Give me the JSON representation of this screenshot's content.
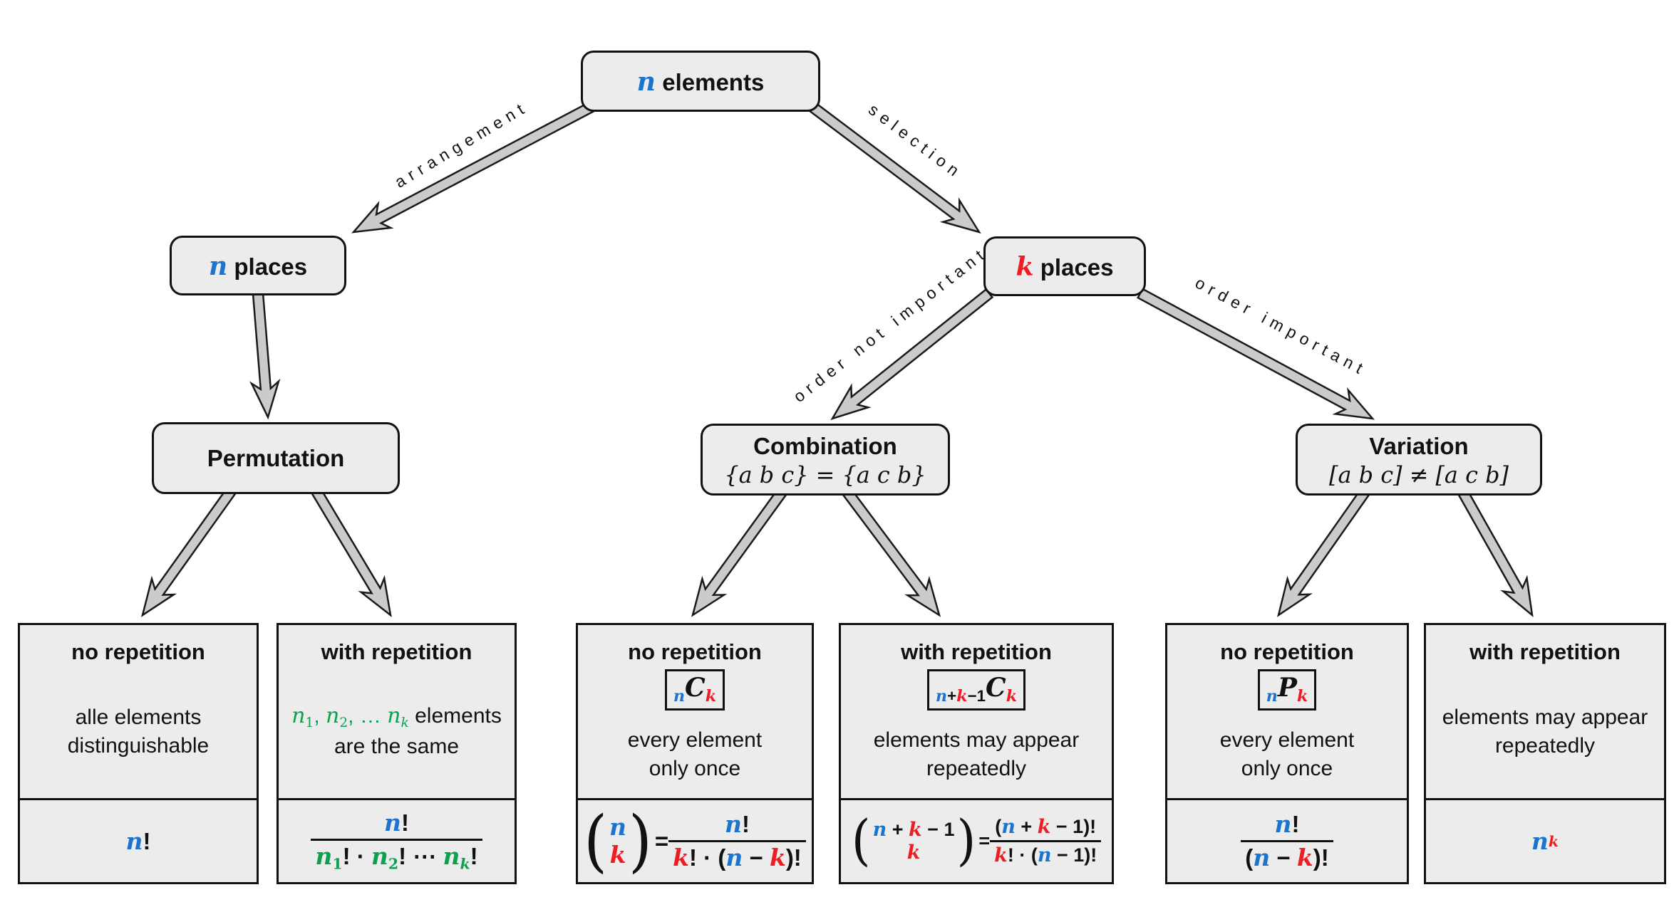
{
  "palette": {
    "blue": "#1b75cf",
    "red": "#ee1c23",
    "green": "#0ca04f",
    "box_fill": "#ececec",
    "arrow_fill": "#cbcbcb",
    "line": "#111111"
  },
  "nodes": {
    "root": {
      "label": [
        {
          "x": "n",
          "c": "b",
          "i": 1,
          "w": 1
        },
        {
          "x": " elements",
          "w": 1
        }
      ]
    },
    "n_places": {
      "label": [
        {
          "x": "n",
          "c": "b",
          "i": 1,
          "w": 1
        },
        {
          "x": " places",
          "w": 1
        }
      ]
    },
    "k_places": {
      "label": [
        {
          "x": "k",
          "c": "r",
          "i": 1,
          "w": 1
        },
        {
          "x": " places",
          "w": 1
        }
      ]
    },
    "permutation": {
      "title": "Permutation"
    },
    "combination": {
      "title": "Combination",
      "subtitle": [
        {
          "x": "{a b c} = {a c b}",
          "i": 1
        }
      ]
    },
    "variation": {
      "title": "Variation",
      "subtitle": [
        {
          "x": "[a b c] ≠ [a c b]",
          "i": 1
        }
      ]
    }
  },
  "edges": {
    "arrangement": "arrangement",
    "selection": "selection",
    "order_not_important": "order not important",
    "order_important": "order important"
  },
  "leaves": [
    {
      "title": "no repetition",
      "body": [
        [
          {
            "x": "alle elements"
          }
        ],
        [
          {
            "x": "distinguishable"
          }
        ]
      ],
      "formula": [
        {
          "x": "n",
          "c": "b",
          "i": 1,
          "w": 1
        },
        {
          "x": "!",
          "w": 1
        }
      ]
    },
    {
      "title": "with repetition",
      "body": [
        [
          {
            "x": "n",
            "c": "g",
            "i": 1
          },
          {
            "x": "1",
            "c": "g",
            "v": "sub",
            "sf": 1
          },
          {
            "x": ", ",
            "c": "g"
          },
          {
            "x": "n",
            "c": "g",
            "i": 1
          },
          {
            "x": "2",
            "c": "g",
            "v": "sub",
            "sf": 1
          },
          {
            "x": ", … ",
            "c": "g"
          },
          {
            "x": "n",
            "c": "g",
            "i": 1
          },
          {
            "x": "k",
            "c": "g",
            "i": 1,
            "v": "sub"
          },
          {
            "x": " elements"
          }
        ],
        [
          {
            "x": "are the same"
          }
        ]
      ],
      "formula": [
        {
          "frac": {
            "num": [
              {
                "x": "n",
                "c": "b",
                "i": 1,
                "w": 1
              },
              {
                "x": "!",
                "w": 1
              }
            ],
            "den": [
              {
                "x": "n",
                "c": "g",
                "i": 1,
                "w": 1
              },
              {
                "x": "1",
                "c": "g",
                "w": 1,
                "v": "sub",
                "sf": 1
              },
              {
                "x": "! · ",
                "w": 1
              },
              {
                "x": "n",
                "c": "g",
                "i": 1,
                "w": 1
              },
              {
                "x": "2",
                "c": "g",
                "w": 1,
                "v": "sub",
                "sf": 1
              },
              {
                "x": "! ⋯ ",
                "w": 1
              },
              {
                "x": "n",
                "c": "g",
                "i": 1,
                "w": 1
              },
              {
                "x": "k",
                "c": "g",
                "i": 1,
                "w": 1,
                "v": "sub"
              },
              {
                "x": "!",
                "w": 1
              }
            ]
          }
        }
      ]
    },
    {
      "title": "no repetition",
      "badge": [
        {
          "x": "n",
          "c": "b",
          "i": 1,
          "w": 1,
          "v": "sub"
        },
        {
          "x": "C",
          "i": 1,
          "w": 1
        },
        {
          "x": "k",
          "c": "r",
          "i": 1,
          "w": 1,
          "v": "sub"
        }
      ],
      "body": [
        [
          {
            "x": "every element"
          }
        ],
        [
          {
            "x": "only once"
          }
        ]
      ],
      "formula": [
        {
          "binom": {
            "top": [
              {
                "x": "n",
                "c": "b",
                "i": 1,
                "w": 1
              }
            ],
            "bot": [
              {
                "x": "k",
                "c": "r",
                "i": 1,
                "w": 1
              }
            ]
          }
        },
        {
          "x": " = ",
          "w": 1
        },
        {
          "frac": {
            "num": [
              {
                "x": "n",
                "c": "b",
                "i": 1,
                "w": 1
              },
              {
                "x": "!",
                "w": 1
              }
            ],
            "den": [
              {
                "x": "k",
                "c": "r",
                "i": 1,
                "w": 1
              },
              {
                "x": "! · (",
                "w": 1
              },
              {
                "x": "n",
                "c": "b",
                "i": 1,
                "w": 1
              },
              {
                "x": " − ",
                "w": 1
              },
              {
                "x": "k",
                "c": "r",
                "i": 1,
                "w": 1
              },
              {
                "x": ")!",
                "w": 1
              }
            ]
          }
        }
      ]
    },
    {
      "title": "with repetition",
      "badge": [
        {
          "x": "n",
          "c": "b",
          "i": 1,
          "w": 1,
          "v": "sub"
        },
        {
          "x": "+",
          "w": 1,
          "v": "sub"
        },
        {
          "x": "k",
          "c": "r",
          "i": 1,
          "w": 1,
          "v": "sub"
        },
        {
          "x": "−1",
          "w": 1,
          "v": "sub"
        },
        {
          "x": "C",
          "i": 1,
          "w": 1
        },
        {
          "x": "k",
          "c": "r",
          "i": 1,
          "w": 1,
          "v": "sub"
        }
      ],
      "body": [
        [
          {
            "x": "elements may appear"
          }
        ],
        [
          {
            "x": "repeatedly"
          }
        ]
      ],
      "formula": [
        {
          "binom": {
            "top": [
              {
                "x": "n",
                "c": "b",
                "i": 1,
                "w": 1
              },
              {
                "x": " + ",
                "w": 1
              },
              {
                "x": "k",
                "c": "r",
                "i": 1,
                "w": 1
              },
              {
                "x": " − 1",
                "w": 1
              }
            ],
            "bot": [
              {
                "x": "k",
                "c": "r",
                "i": 1,
                "w": 1
              }
            ]
          }
        },
        {
          "x": " = ",
          "w": 1
        },
        {
          "frac": {
            "num": [
              {
                "x": "(",
                "w": 1
              },
              {
                "x": "n",
                "c": "b",
                "i": 1,
                "w": 1
              },
              {
                "x": " + ",
                "w": 1
              },
              {
                "x": "k",
                "c": "r",
                "i": 1,
                "w": 1
              },
              {
                "x": " − 1",
                "w": 1
              },
              {
                "x": ")!",
                "w": 1
              }
            ],
            "den": [
              {
                "x": "k",
                "c": "r",
                "i": 1,
                "w": 1
              },
              {
                "x": "! · (",
                "w": 1
              },
              {
                "x": "n",
                "c": "b",
                "i": 1,
                "w": 1
              },
              {
                "x": " − 1",
                "w": 1
              },
              {
                "x": ")!",
                "w": 1
              }
            ]
          }
        }
      ]
    },
    {
      "title": "no repetition",
      "badge": [
        {
          "x": "n",
          "c": "b",
          "i": 1,
          "w": 1,
          "v": "sub"
        },
        {
          "x": "P",
          "i": 1,
          "w": 1
        },
        {
          "x": "k",
          "c": "r",
          "i": 1,
          "w": 1,
          "v": "sub"
        }
      ],
      "body": [
        [
          {
            "x": "every element"
          }
        ],
        [
          {
            "x": "only once"
          }
        ]
      ],
      "formula": [
        {
          "frac": {
            "num": [
              {
                "x": "n",
                "c": "b",
                "i": 1,
                "w": 1
              },
              {
                "x": "!",
                "w": 1
              }
            ],
            "den": [
              {
                "x": "(",
                "w": 1
              },
              {
                "x": "n",
                "c": "b",
                "i": 1,
                "w": 1
              },
              {
                "x": " − ",
                "w": 1
              },
              {
                "x": "k",
                "c": "r",
                "i": 1,
                "w": 1
              },
              {
                "x": ")!",
                "w": 1
              }
            ]
          }
        }
      ]
    },
    {
      "title": "with repetition",
      "body": [
        [
          {
            "x": "elements may appear"
          }
        ],
        [
          {
            "x": "repeatedly"
          }
        ]
      ],
      "formula": [
        {
          "x": "n",
          "c": "b",
          "i": 1,
          "w": 1
        },
        {
          "x": "k",
          "c": "r",
          "i": 1,
          "w": 1,
          "v": "sup"
        }
      ]
    }
  ]
}
